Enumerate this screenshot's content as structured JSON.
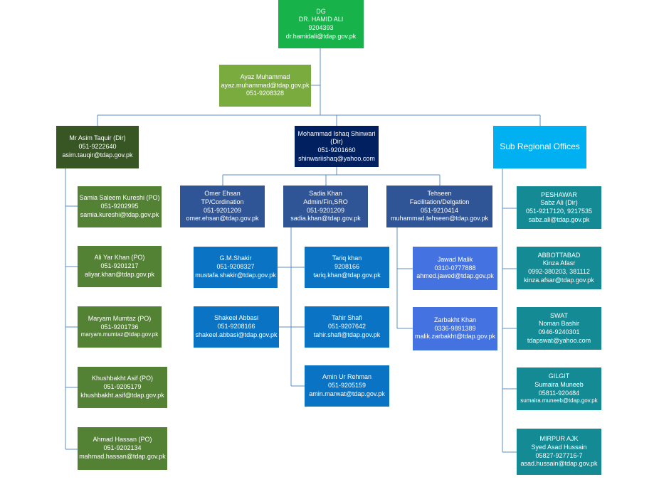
{
  "top": {
    "title": "DG",
    "name": "DR. HAMID ALI",
    "phone": "9204393",
    "email": "dr.hamidali@tdap.gov.pk"
  },
  "assistant": {
    "name": "Ayaz Muhammad",
    "email": "ayaz.muhammad@tdap.gov.pk",
    "phone": "051-9208328"
  },
  "left_dir": {
    "name": "Mr Asim Taquir (Dir)",
    "phone": "051-9222640",
    "email": "asim.tauqir@tdap.gov.pk"
  },
  "left_pos": [
    {
      "name": "Samia Saleem Kureshi (PO)",
      "phone": "051-9202995",
      "email": "samia.kureshi@tdap.gov.pk"
    },
    {
      "name": "Ali Yar Khan (PO)",
      "phone": "051-9201217",
      "email": "aliyar.khan@tdap.gov.pk"
    },
    {
      "name": "Maryam Mumtaz (PO)",
      "phone": "051-9201736",
      "email": "maryam.mumtaz@tdap.gov.pk"
    },
    {
      "name": "Khushbakht Asif (PO)",
      "phone": "051-9205179",
      "email": "khushbakht.asif@tdap.gov.pk"
    },
    {
      "name": "Ahmad Hassan (PO)",
      "phone": "051-9202134",
      "email": "mahmad.hassan@tdap.gov.pk"
    }
  ],
  "center_dir": {
    "name1": "Mohammad Ishaq Shinwari",
    "name2": "(Dir)",
    "phone": "051-9201660",
    "email": "shinwariishaq@yahoo.com"
  },
  "units": [
    {
      "name": "Omer Ehsan",
      "role": "TP/Cordination",
      "phone": "051-9201209",
      "email": "omer.ehsan@tdap.gov.pk"
    },
    {
      "name": "Sadia Khan",
      "role": "Admin/Fin,SRO",
      "phone": "051-9201209",
      "email": "sadia.khan@tdap.gov.pk"
    },
    {
      "name": "Tehseen",
      "role": "Facilitation/Delgation",
      "phone": "051-9210414",
      "email": "muhammad.tehseen@tdap.gov.pk"
    }
  ],
  "omer_staff": [
    {
      "name": "G.M.Shakir",
      "phone": "051-9208327",
      "email": "mustafa.shakir@tdap.gov.pk"
    },
    {
      "name": "Shakeel Abbasi",
      "phone": "051-9208166",
      "email": "shakeel.abbasi@tdap.gov.pk"
    }
  ],
  "sadia_staff": [
    {
      "name": "Tariq khan",
      "phone": "9208166",
      "email": "tariq.khan@tdap.gov.pk"
    },
    {
      "name": "Tahir Shafi",
      "phone": "051-9207642",
      "email": "tahir.shafi@tdap.gov.pk"
    },
    {
      "name": "Amin Ur Rehman",
      "phone": "051-9205159",
      "email": "amin.marwat@tdap.gov.pk"
    }
  ],
  "tehseen_staff": [
    {
      "name": "Jawad Malik",
      "phone": "0310-0777888",
      "email": "ahmed.jawed@tdap.gov.pk"
    },
    {
      "name": "Zarbakht Khan",
      "phone": "0336-9891389",
      "email": "malik.zarbakht@tdap.gov.pk"
    }
  ],
  "sub_regional": {
    "title": "Sub Regional Offices"
  },
  "offices": [
    {
      "city": "PESHAWAR",
      "name": "Sabz Ali (Dir)",
      "phone": "051-9217120, 9217535",
      "email": "sabz.ali@tdap.gov.pk"
    },
    {
      "city": "ABBOTTABAD",
      "name": "Kinza Afasr",
      "phone": "0992-380203, 381112",
      "email": "kinza.afsar@tdap.gov.pk"
    },
    {
      "city": "SWAT",
      "name": "Noman Bashir",
      "phone": "0946-9240301",
      "email": "tdapswat@yahoo.com"
    },
    {
      "city": "GILGIT",
      "name": "Sumaira Muneeb",
      "phone": "05811-920484",
      "email": "sumaira.muneeb@tdap.gov.pk"
    },
    {
      "city": "MIRPUR AJK",
      "name": "Syed Asad Hussain",
      "phone": "05827-927716-7",
      "email": "asad.hussain@tdap.gov.pk"
    }
  ],
  "colors": {
    "connector": "#5b8fc4"
  }
}
